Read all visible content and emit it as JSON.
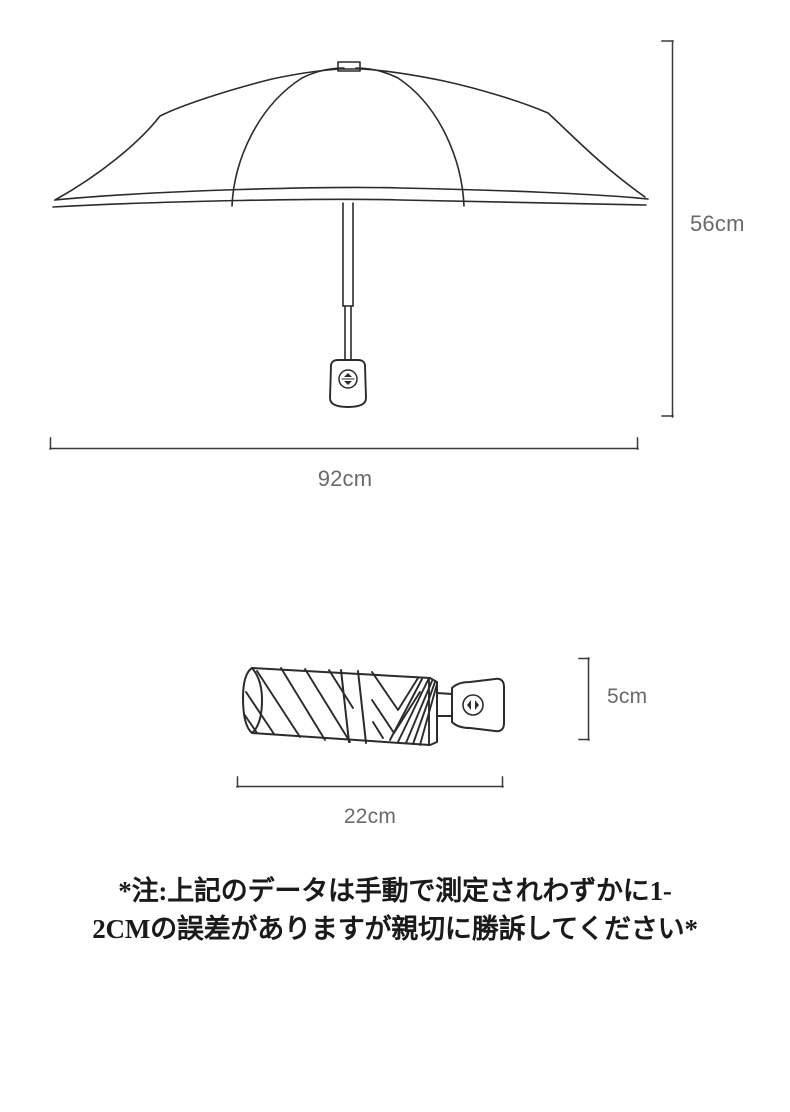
{
  "page": {
    "background_color": "#ffffff",
    "line_color": "#2b2b2b",
    "dimension_line_color": "#3a3a3a",
    "label_color": "#6a6a6a",
    "note_color": "#1a1a1a"
  },
  "diagram_open_umbrella": {
    "name": "open-umbrella-side-view",
    "parts": {
      "finial": "finial-cap",
      "canopy": "canopy-dome",
      "rim_band": "canopy-rim-band",
      "panel_seams": "canopy-panel-seams",
      "shaft": "telescoping-shaft",
      "handle": "handle-grip",
      "handle_button": "auto-open-close-button"
    }
  },
  "diagram_folded_umbrella": {
    "name": "folded-umbrella-view",
    "parts": {
      "body": "folded-canopy-body",
      "fold_stripes": "canopy-fold-lines",
      "collar": "shaft-collar",
      "handle": "folded-handle-grip",
      "handle_button": "auto-open-close-button"
    }
  },
  "dimensions": {
    "height": {
      "label": "56cm",
      "value": 56,
      "unit": "cm",
      "orientation": "vertical",
      "applies_to": "open-umbrella-height"
    },
    "width": {
      "label": "92cm",
      "value": 92,
      "unit": "cm",
      "orientation": "horizontal",
      "applies_to": "open-umbrella-canopy-span"
    },
    "folded_depth": {
      "label": "5cm",
      "value": 5,
      "unit": "cm",
      "orientation": "vertical",
      "applies_to": "folded-umbrella-diameter"
    },
    "folded_length": {
      "label": "22cm",
      "value": 22,
      "unit": "cm",
      "orientation": "horizontal",
      "applies_to": "folded-umbrella-length"
    }
  },
  "note": {
    "line1": "*注:上記のデータは手動で測定されわずかに1-",
    "line2": "2CMの誤差がありますが親切に勝訴してください*"
  }
}
